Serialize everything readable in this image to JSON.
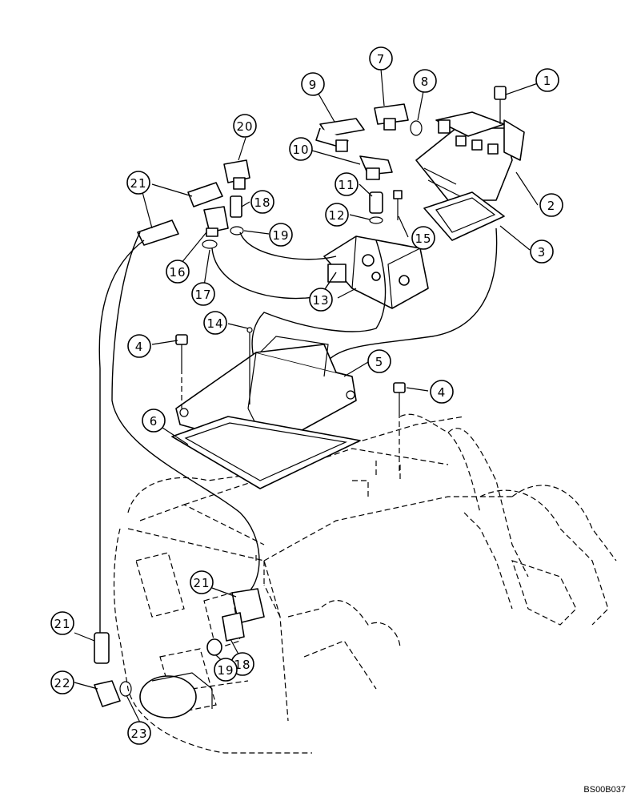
{
  "callouts": [
    {
      "label": "1"
    },
    {
      "label": "2"
    },
    {
      "label": "3"
    },
    {
      "label": "4"
    },
    {
      "label": "4"
    },
    {
      "label": "5"
    },
    {
      "label": "6"
    },
    {
      "label": "7"
    },
    {
      "label": "8"
    },
    {
      "label": "9"
    },
    {
      "label": "10"
    },
    {
      "label": "11"
    },
    {
      "label": "12"
    },
    {
      "label": "13"
    },
    {
      "label": "14"
    },
    {
      "label": "15"
    },
    {
      "label": "16"
    },
    {
      "label": "17"
    },
    {
      "label": "18"
    },
    {
      "label": "18"
    },
    {
      "label": "19"
    },
    {
      "label": "19"
    },
    {
      "label": "20"
    },
    {
      "label": "21"
    },
    {
      "label": "21"
    },
    {
      "label": "21"
    },
    {
      "label": "22"
    },
    {
      "label": "23"
    }
  ],
  "document_code": "BS00B037"
}
